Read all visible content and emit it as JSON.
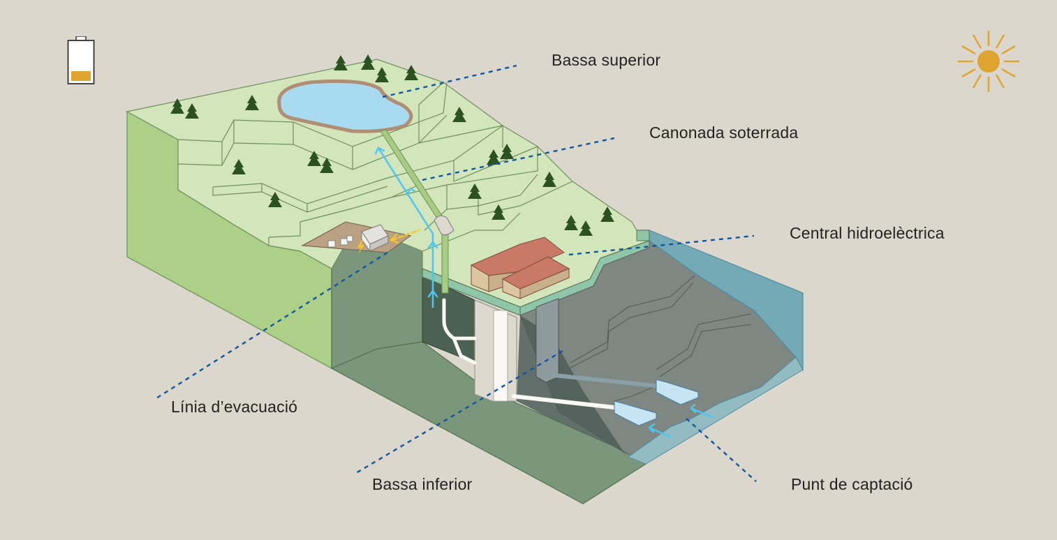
{
  "diagram": {
    "labels": {
      "upper_reservoir": "Bassa superior",
      "buried_pipe": "Canonada soterrada",
      "power_station": "Central hidroelèctrica",
      "evacuation_line": "Línia d’evacuació",
      "lower_reservoir": "Bassa inferior",
      "intake_point": "Punt de captació"
    },
    "icons": {
      "top_left": "battery-low-icon",
      "top_right": "sun-icon"
    },
    "battery_charge_fraction": 0.25,
    "colors": {
      "background": "#dbd7cc",
      "terrain_top": "#d3e6bb",
      "terrain_side": "#acd088",
      "cut_face": "#7b977b",
      "dark_cut": "#4b6253",
      "rock": "#7f8782",
      "water_side": "#74a9b6",
      "water_light": "#a8dbef",
      "pipe_green": "#a7cc84",
      "flow_arrow": "#4fc6f0",
      "leader_line": "#0f55a0",
      "tree": "#2b5220",
      "roof": "#c97a66",
      "wall": "#dcc6a0",
      "substation_ground": "#b9a182",
      "sun_and_battery": "#e0a530"
    }
  }
}
